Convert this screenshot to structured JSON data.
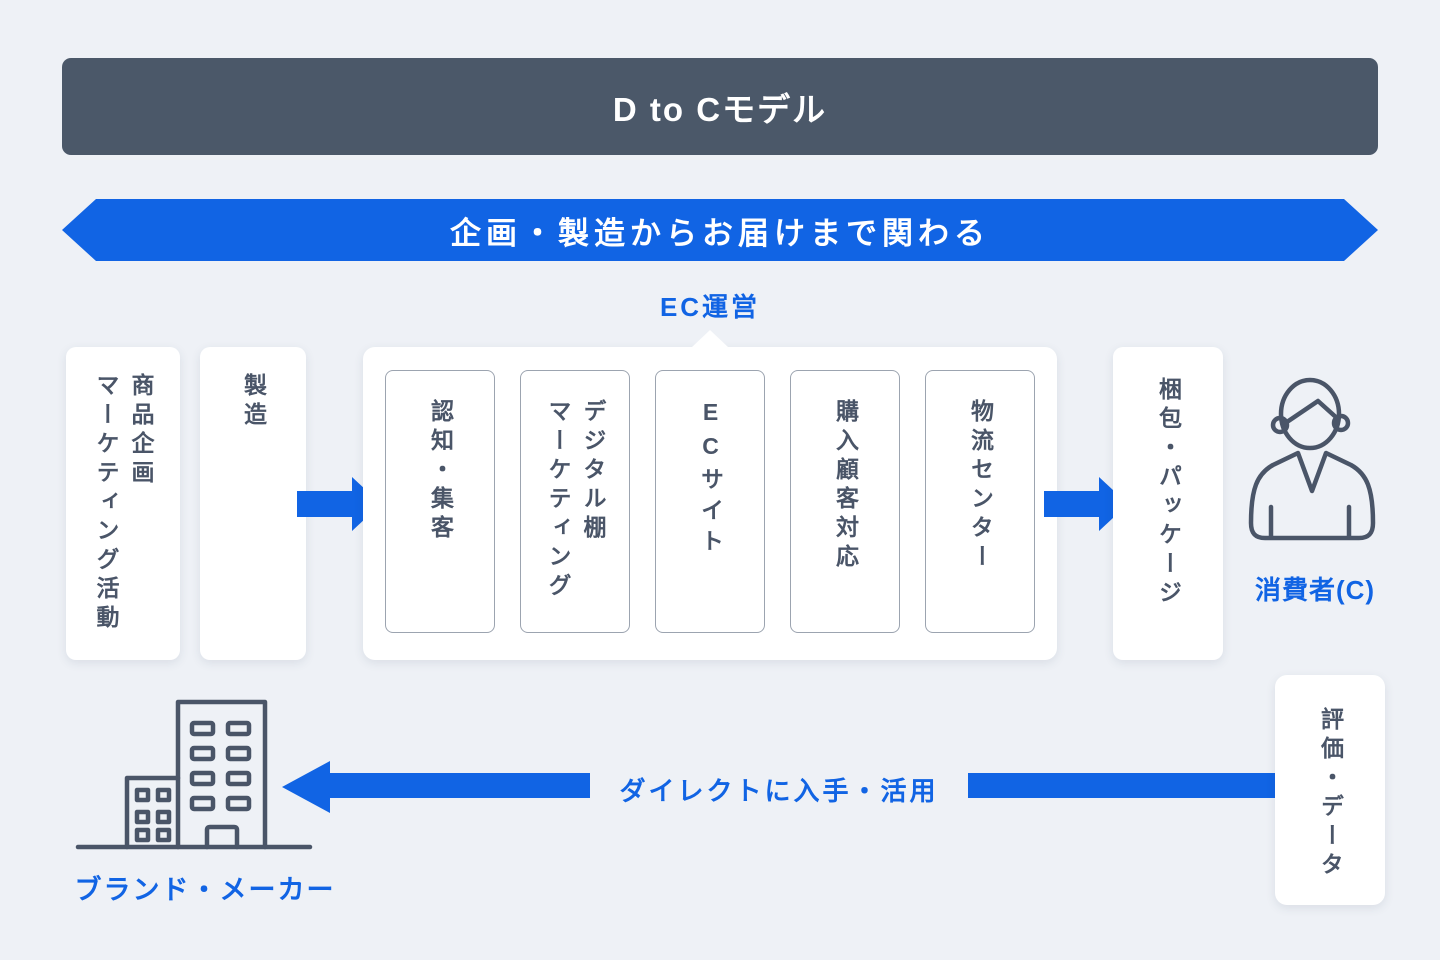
{
  "colors": {
    "background": "#eef1f6",
    "header_bg": "#4b5869",
    "accent_blue": "#1164e4",
    "text_dark": "#4a5568",
    "box_border": "#9ca4b0"
  },
  "header": {
    "title": "D to Cモデル"
  },
  "process_banner": {
    "label": "企画・製造からお届けまで関わる"
  },
  "flow": {
    "product_planning": "商品企画\nマーケティング活動",
    "manufacturing": "製造",
    "ec_operation": {
      "label": "EC運営",
      "steps": [
        "認知・集客",
        "デジタル棚\nマーケティング",
        "ECサイト",
        "購入顧客対応",
        "物流センター"
      ]
    },
    "packing": "梱包・パッケージ",
    "consumer": {
      "label": "消費者(C)",
      "icon": "person-icon"
    }
  },
  "feedback": {
    "brand_maker": {
      "label": "ブランド・メーカー",
      "icon": "building-icon"
    },
    "arrow_label": "ダイレクトに入手・活用",
    "evaluation_data": "評価・データ"
  }
}
